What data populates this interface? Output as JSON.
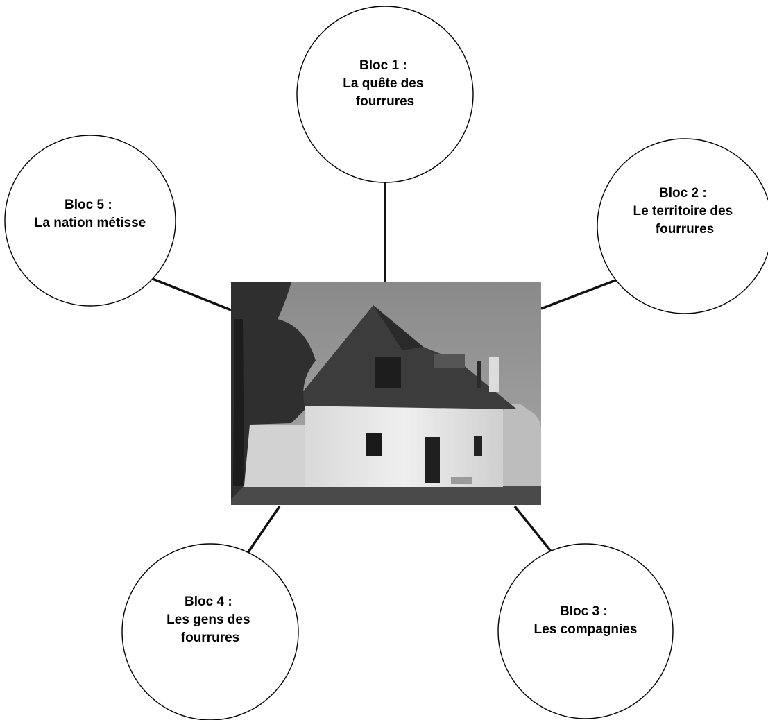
{
  "colors": {
    "background": "#ffffff",
    "stroke": "#000000",
    "text": "#000000"
  },
  "center_image": {
    "name": "photo-stone-house",
    "description_icon": "house-photo"
  },
  "blocs": [
    {
      "id": "bloc-1",
      "lines": [
        "Bloc 1 :",
        "La quête des",
        "fourrures"
      ]
    },
    {
      "id": "bloc-2",
      "lines": [
        "Bloc 2 :",
        "Le territoire des",
        "fourrures"
      ]
    },
    {
      "id": "bloc-3",
      "lines": [
        "Bloc 3 :",
        "Les compagnies"
      ]
    },
    {
      "id": "bloc-4",
      "lines": [
        "Bloc 4 :",
        "Les gens des",
        "fourrures"
      ]
    },
    {
      "id": "bloc-5",
      "lines": [
        "Bloc 5 :",
        "La nation métisse"
      ]
    }
  ]
}
